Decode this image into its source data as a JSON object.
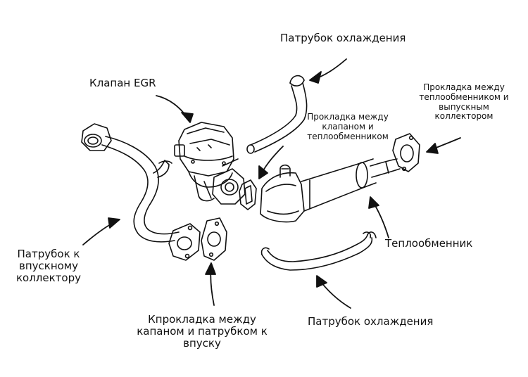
{
  "labels": {
    "coolant_pipe_top": "Патрубок охлаждения",
    "egr_valve": "Клапан EGR",
    "gasket_valve_cooler": "Прокладка между\nклапаном и\nтеплообменником",
    "gasket_cooler_exhaust": "Прокладка между\nтеплообменником и\nвыпускным\nколлектором",
    "heat_exchanger": "Теплообменник",
    "intake_pipe": "Патрубок к\nвпускному\nколлектору",
    "gasket_valve_intake": "Кпрокладка между\nкапаном и патрубком к\nвпуску",
    "coolant_pipe_bottom": "Патрубок охлаждения"
  },
  "colors": {
    "ink": "#111111",
    "background": "#ffffff"
  }
}
